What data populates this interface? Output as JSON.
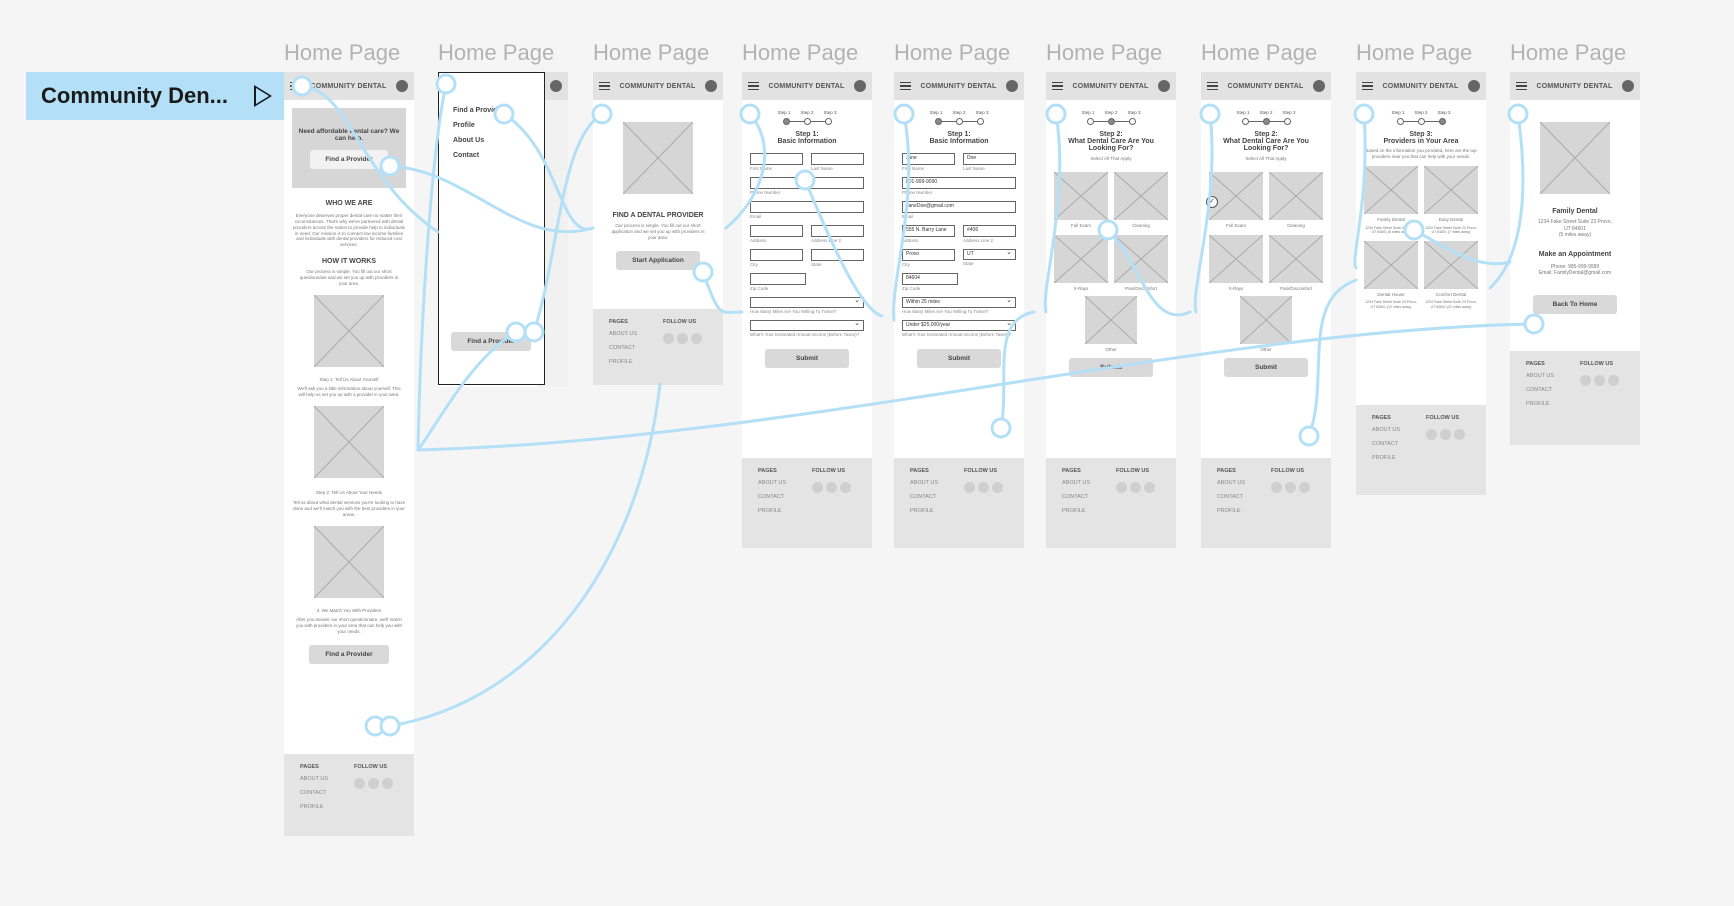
{
  "flow_tag": {
    "label": "Community Den..."
  },
  "frame_title": "Home Page",
  "brand": "COMMUNITY DENTAL",
  "footer": {
    "pages": "PAGES",
    "follow": "FOLLOW US",
    "links": [
      "ABOUT US",
      "CONTACT",
      "PROFILE"
    ]
  },
  "home": {
    "hero_text": "Need affordable dental care? We can help.",
    "hero_button": "Find a Provider",
    "who_title": "WHO WE ARE",
    "who_text": "Everyone deserves proper dental care no matter their circumstances. That's why we've partnered with dental providers across the nation to provide help to individuals in need. Our mission is to connect low income families and individuals with dental providers for reduced cost services.",
    "how_title": "HOW IT WORKS",
    "how_text": "Our process is simple. You fill out our short questionnaire and we set you up with providers in your area.",
    "step1_title": "Step 1: Tell Us About Yourself",
    "step1_text": "We'll ask you a little information about yourself. This will help us set you up with a provider in your area.",
    "step2_title": "Step 2: Tell Us About Your Needs",
    "step2_text": "Tell us about what dental services you're looking to have done and we'll match you with the best providers in your areas.",
    "step3_title": "3. We Match You With Providers",
    "step3_text": "After you answer our short questionnaire, we'll match you with providers in your area that can help you with your needs.",
    "bottom_button": "Find a Provider"
  },
  "menu": {
    "items": [
      "Find a Provider",
      "Profile",
      "About Us",
      "Contact"
    ],
    "button": "Find a Provider"
  },
  "find": {
    "title": "FIND A DENTAL PROVIDER",
    "text": "Our process is simple. You fill out our short application and we set you up with providers in your area.",
    "button": "Start Application"
  },
  "steps": [
    "Step 1",
    "Step 2",
    "Step 3"
  ],
  "basic": {
    "title": "Step 1:",
    "subtitle": "Basic Information",
    "labels": {
      "first": "First Name",
      "last": "Last Name",
      "phone": "Phone Number",
      "email": "Email",
      "address": "Address",
      "address2": "Address Line 2",
      "city": "City",
      "state": "State",
      "zip": "Zip Code",
      "miles": "How Many Miles Are You Willing To Travel?",
      "income": "What's Your Estimated Annual Income (Before Taxes)?"
    },
    "filled": {
      "first": "Jane",
      "last": "Doe",
      "phone": "801-999-9090",
      "email": "JaneDoe@gmail.com",
      "address": "555 N. Barry Lane",
      "address2": "#406",
      "city": "Provo",
      "state": "UT",
      "zip": "84604",
      "miles": "Within 25 miles",
      "income": "Under $25,000/year"
    },
    "button": "Submit"
  },
  "care": {
    "title": "Step 2:",
    "subtitle": "What Dental Care Are You Looking For?",
    "hint": "Select All That Apply",
    "options": [
      "Full Exam",
      "Cleaning",
      "X-Rays",
      "Pain/Discomfort",
      "Other"
    ],
    "button": "Submit"
  },
  "providers": {
    "title": "Step 3:",
    "subtitle": "Providers in Your Area",
    "text": "Based on the information you provided, here are the top providers near you that can help with your needs.",
    "list": [
      {
        "name": "Family Dental",
        "detail": "1234 Fake Street Suite 23 Provo, UT 84601 (5 miles away)"
      },
      {
        "name": "Easy Dental",
        "detail": "1234 Fake Street Suite 23 Provo, UT 84601 (7 miles away)"
      },
      {
        "name": "Dental House",
        "detail": "1234 Fake Street Suite 23 Provo, UT 84601 (12 miles away)"
      },
      {
        "name": "Comfort Dental",
        "detail": "1234 Fake Street Suite 23 Provo, UT 84601 (22 miles away)"
      }
    ]
  },
  "detail": {
    "name": "Family Dental",
    "address": "1234 Fake Street Suite 23 Provo, UT 84601",
    "distance": "(5 miles away)",
    "appt": "Make an Appointment",
    "phone": "Phone: 985-999-9999",
    "email": "Email: FamilyDental@gmail.com",
    "button": "Back To Home"
  },
  "colors": {
    "connector": "#b4e0f7",
    "canvas": "#f5f5f5",
    "wire_gray": "#d6d6d6"
  }
}
